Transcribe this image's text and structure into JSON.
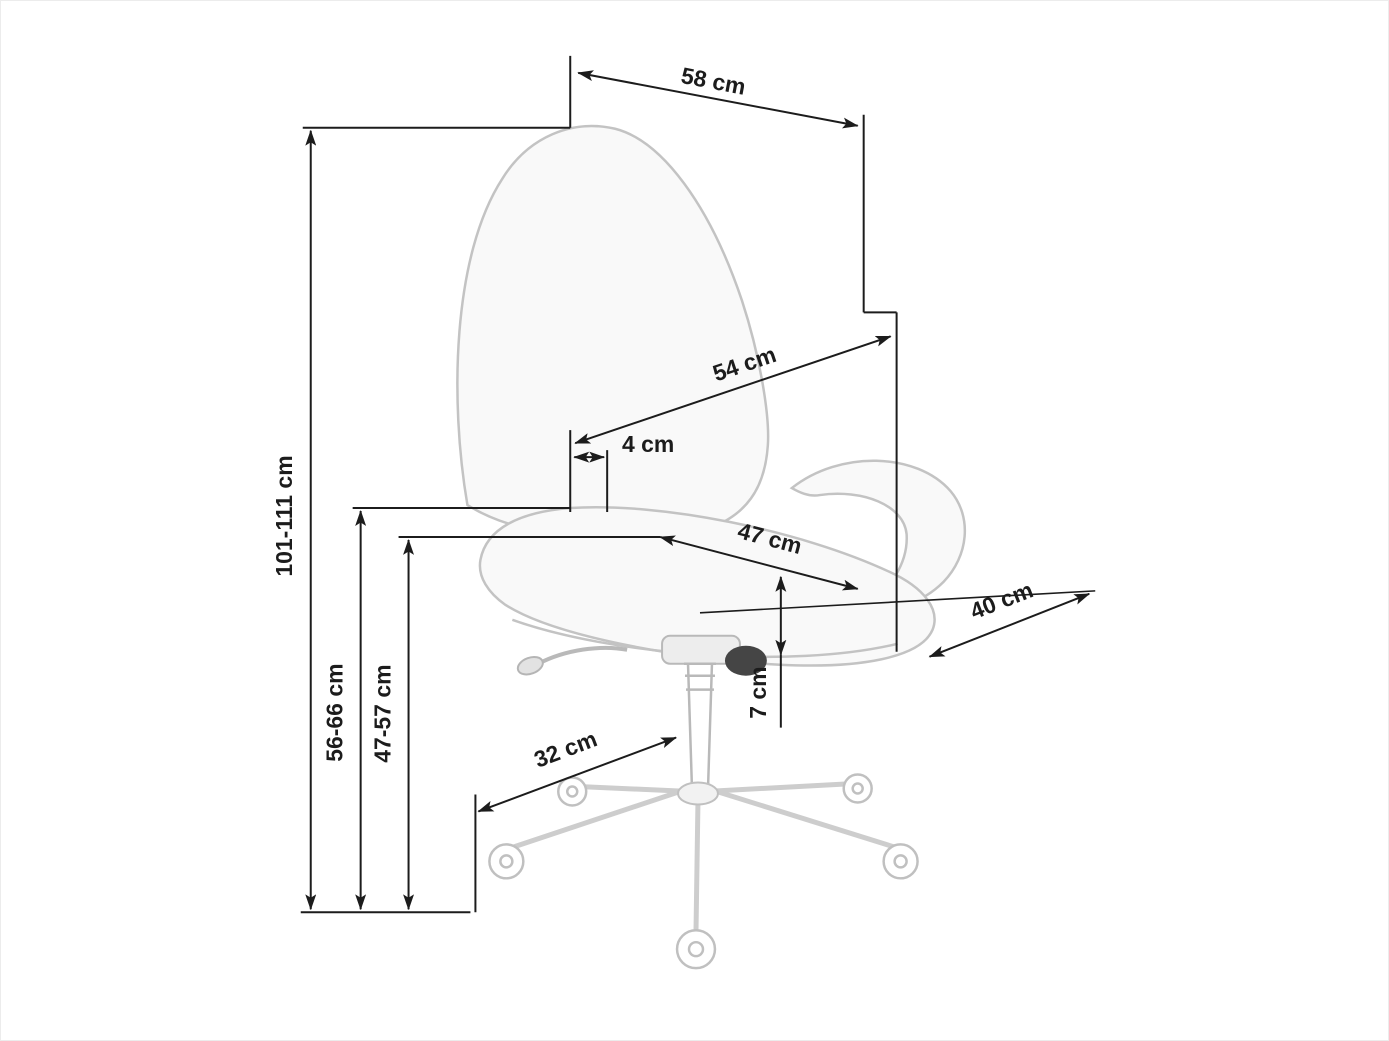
{
  "diagram": {
    "colors": {
      "dimension_lines": "#1c1c1c",
      "chair_sketch": "#c3c3c3"
    },
    "dimensions": {
      "total_height": "101-111 cm",
      "top_width": "58 cm",
      "backrest_diagonal": "54 cm",
      "backrest_offset": "4 cm",
      "seat_width": "47 cm",
      "seat_depth": "40 cm",
      "seat_height_outer": "56-66 cm",
      "seat_height_inner": "47-57 cm",
      "seat_edge_thickness": "7 cm",
      "base_arm_length": "32 cm"
    }
  }
}
